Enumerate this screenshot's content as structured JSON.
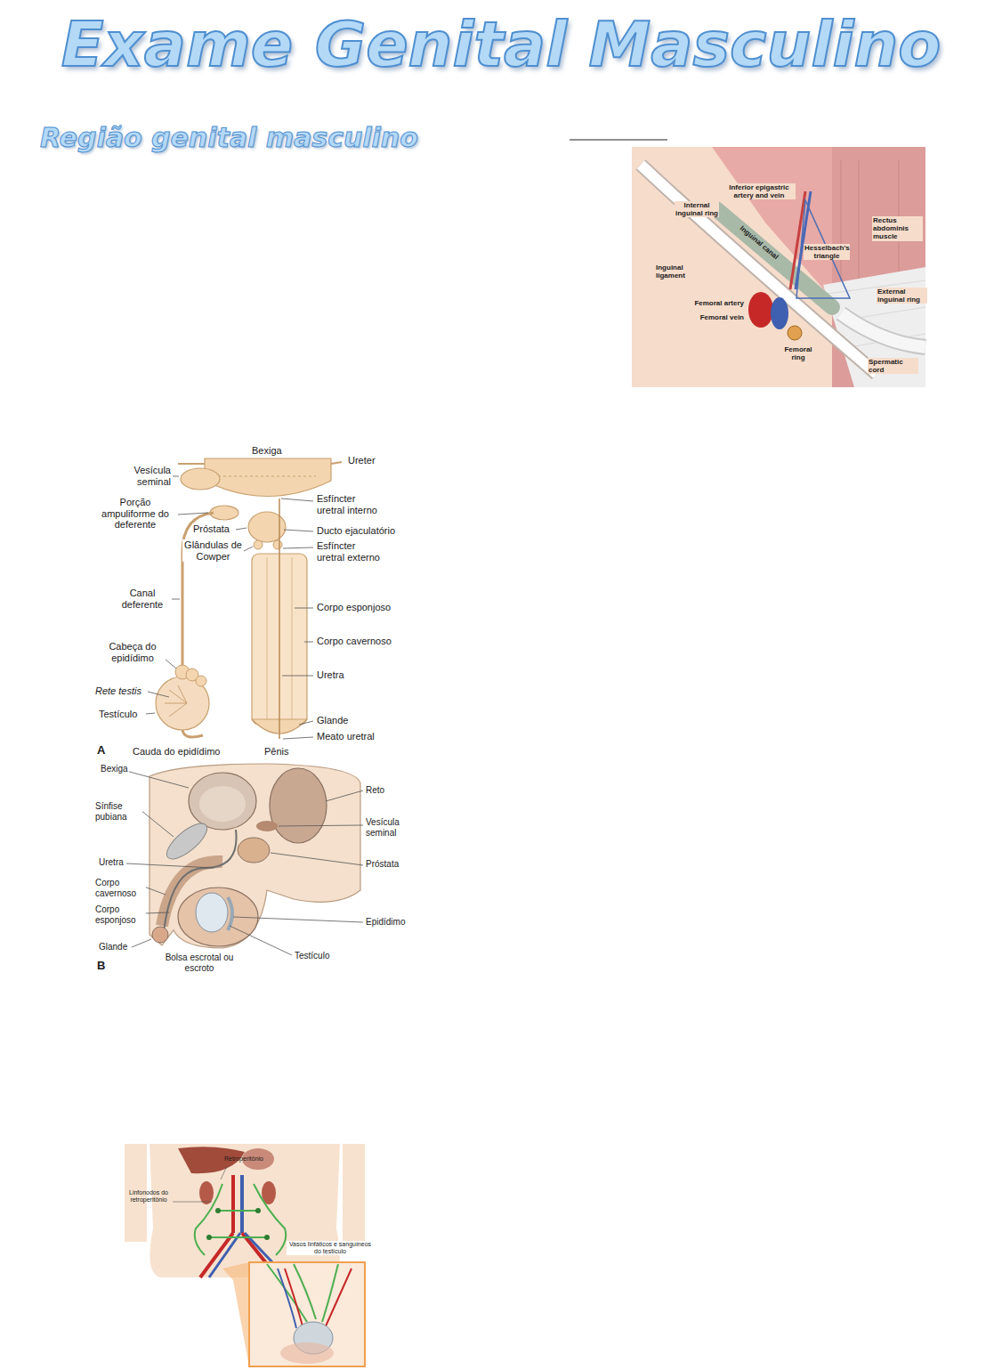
{
  "diagram": {
    "title": "Exame Genital Masculino",
    "labels": [
      "Região genital masculino",
      "Inferior epigastric artery and vein",
      "Internal inguinal ring",
      "Rectus abdominis muscle",
      "Inguinal ligament",
      "Inguinal canal",
      "Hesselbach's triangle",
      "External inguinal ring",
      "Femoral artery",
      "Femoral vein",
      "Femoral ring",
      "Spermatic cord",
      "Bexiga",
      "Ureter",
      "Vesícula seminal",
      "Porção ampuliforme do deferente",
      "Esfíncter uretral interno",
      "Próstata",
      "Ducto ejaculatório",
      "Glândulas de Cowper",
      "Esfíncter uretral externo",
      "Canal deferente",
      "Corpo esponjoso",
      "Corpo cavernoso",
      "Cabeça do epidídimo",
      "Uretra",
      "Rete testis",
      "Testículo",
      "Glande",
      "Meato uretral",
      "Cauda do epidídimo",
      "A",
      "Pênis",
      "Bexiga",
      "Reto",
      "Sínfise pubiana",
      "Vesícula seminal",
      "Uretra",
      "Próstata",
      "Corpo cavernoso",
      "Corpo esponjoso",
      "Epidídimo",
      "Glande",
      "Testículo",
      "Bolsa escrotal ou escroto",
      "B",
      "Retroperitônio",
      "Linfonodos do retroperitônio",
      "Vasos linfáticos e sanguíneos do testículo"
    ]
  }
}
